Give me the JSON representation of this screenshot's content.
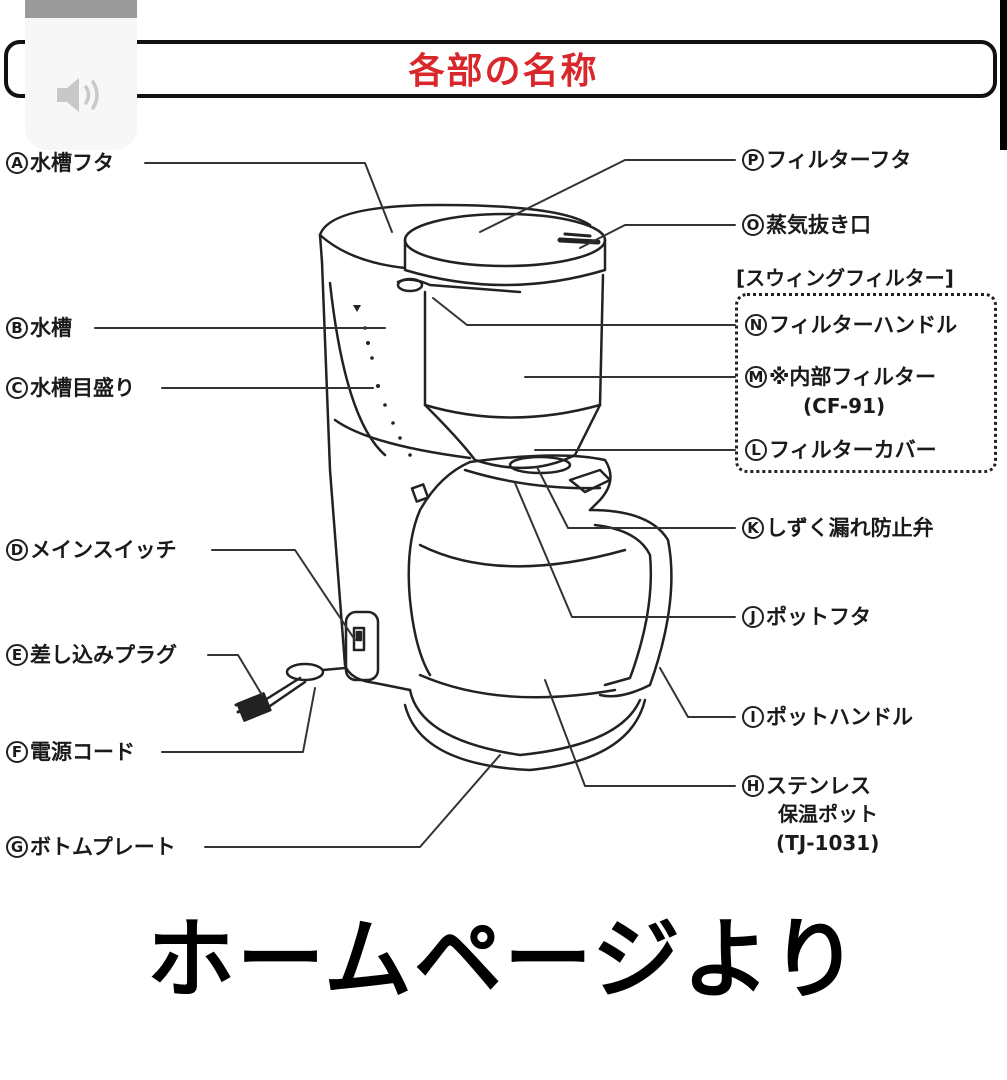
{
  "header": {
    "title": "各部の名称",
    "title_color": "#d8282c"
  },
  "overlay": {
    "icon": "speaker-volume-icon"
  },
  "diagram": {
    "subject": "coffee maker",
    "left_labels": [
      {
        "letter": "A",
        "text": "水槽フタ"
      },
      {
        "letter": "B",
        "text": "水槽"
      },
      {
        "letter": "C",
        "text": "水槽目盛り"
      },
      {
        "letter": "D",
        "text": "メインスイッチ"
      },
      {
        "letter": "E",
        "text": "差し込みプラグ"
      },
      {
        "letter": "F",
        "text": "電源コード"
      },
      {
        "letter": "G",
        "text": "ボトムプレート"
      }
    ],
    "right_labels": [
      {
        "letter": "P",
        "text": "フィルターフタ"
      },
      {
        "letter": "O",
        "text": "蒸気抜き口"
      },
      {
        "letter": "N",
        "text": "フィルターハンドル"
      },
      {
        "letter": "M",
        "text": "※内部フィルター",
        "subtext": "(CF-91)"
      },
      {
        "letter": "L",
        "text": "フィルターカバー"
      },
      {
        "letter": "K",
        "text": "しずく漏れ防止弁"
      },
      {
        "letter": "J",
        "text": "ポットフタ"
      },
      {
        "letter": "I",
        "text": "ポットハンドル"
      },
      {
        "letter": "H",
        "text": "ステンレス",
        "subtext": "保温ポット",
        "subtext2": "(TJ-1031)"
      }
    ],
    "group": {
      "title": "[スウィングフィルター]"
    }
  },
  "caption": {
    "text": "ホームページより"
  }
}
